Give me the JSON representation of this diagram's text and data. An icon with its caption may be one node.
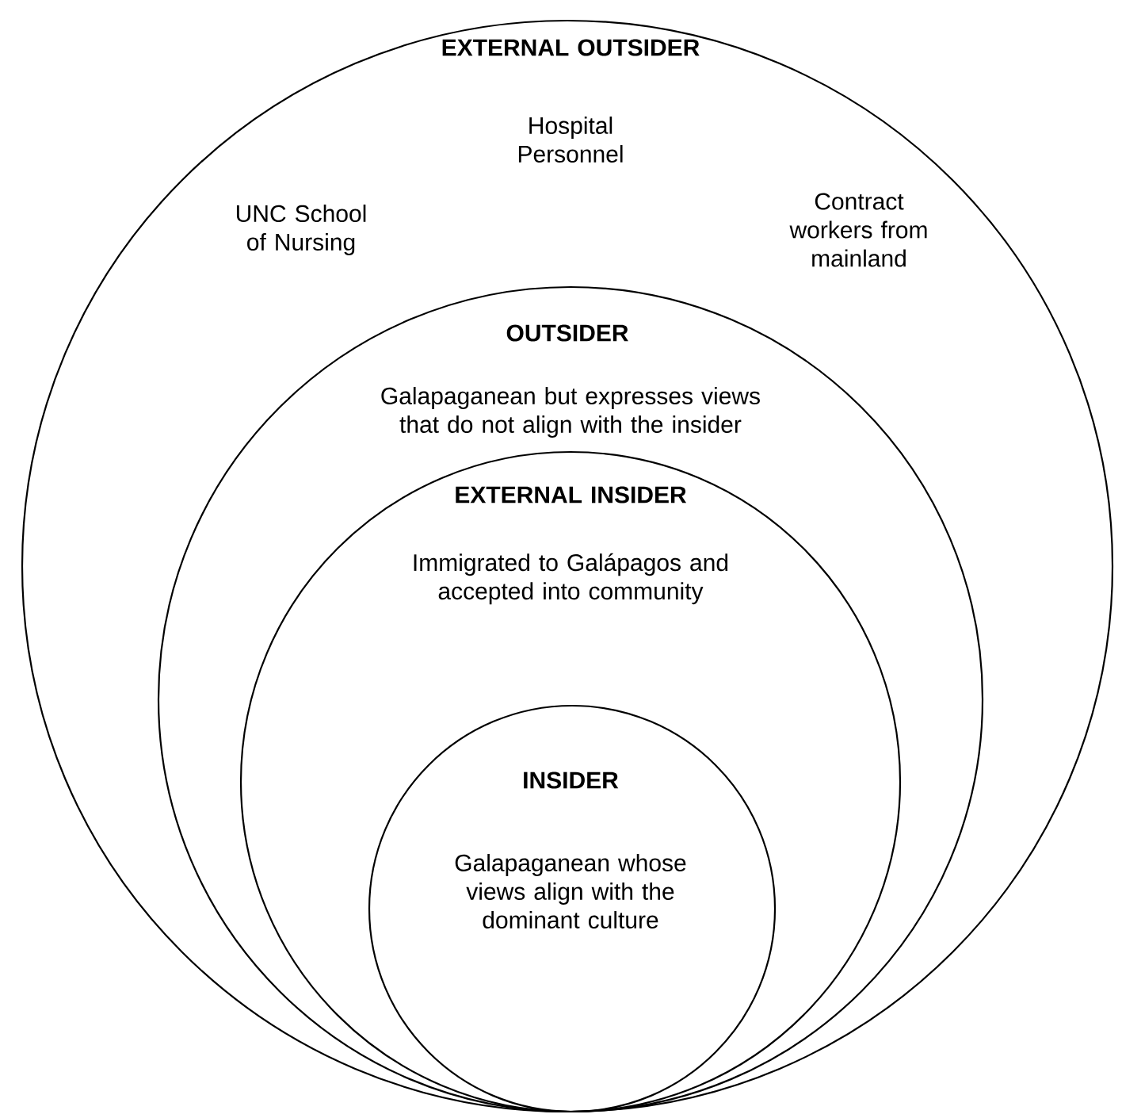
{
  "diagram": {
    "nodes": [
      {
        "text": [
          "EXTERNAL OUTSIDER",
          "Hospital Personnel",
          "UNC School of Nursing",
          "Contract workers from mainland"
        ]
      },
      {
        "text": [
          "OUTSIDER",
          "Galapaganean but expresses views that do not align with the insider"
        ],
        "in": 0
      },
      {
        "text": [
          "EXTERNAL INSIDER",
          "Immigrated to Galápagos and accepted into community"
        ],
        "in": 1
      },
      {
        "text": [
          "INSIDER",
          "Galapaganean whose views align with the dominant culture"
        ],
        "in": 2
      }
    ]
  }
}
